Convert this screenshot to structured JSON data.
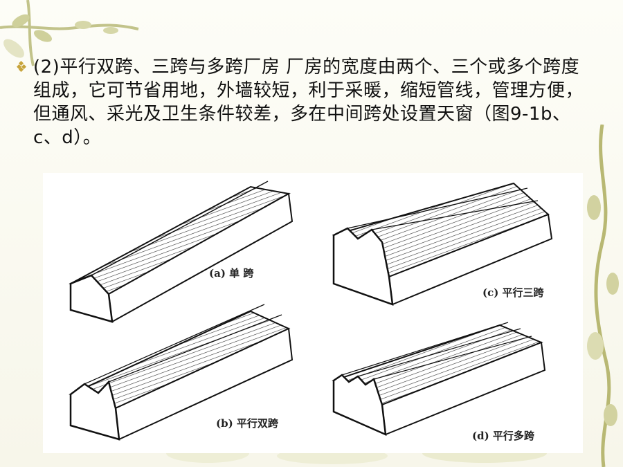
{
  "slide": {
    "paragraph": "(2)平行双跨、三跨与多跨厂房  厂房的宽度由两个、三个或多个跨度组成，它可节省用地，外墙较短，利于采暖，缩短管线，管理方便，但通风、采光及卫生条件较差，多在中间跨处设置天窗（图9-1b、c、d）。",
    "bullet_icon": "diamond-bullet-icon"
  },
  "figure": {
    "captions": {
      "a": "(a) 单 跨",
      "b": "(b) 平行双跨",
      "c": "(c) 平行三跨",
      "d": "(d) 平行多跨"
    }
  },
  "colors": {
    "bullet": "#c7a43b",
    "vine": "#b9ba7e",
    "text": "#111111"
  }
}
